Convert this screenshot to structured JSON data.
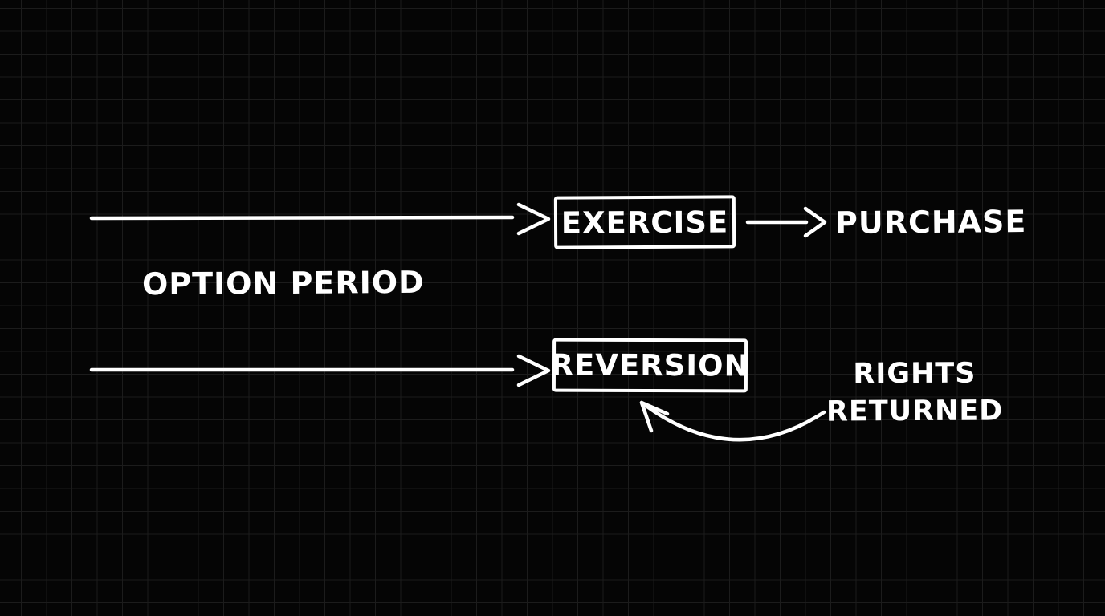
{
  "theme": {
    "background": "#050505",
    "grid-line": "#1c1c1c",
    "ink": "#ffffff"
  },
  "flow_exercise": {
    "arrow_label": "OPTION PERIOD",
    "box_label": "EXERCISE",
    "result_label": "PURCHASE"
  },
  "flow_reversion": {
    "box_label": "REVERSION",
    "note_line1": "RIGHTS",
    "note_line2": "RETURNED"
  }
}
